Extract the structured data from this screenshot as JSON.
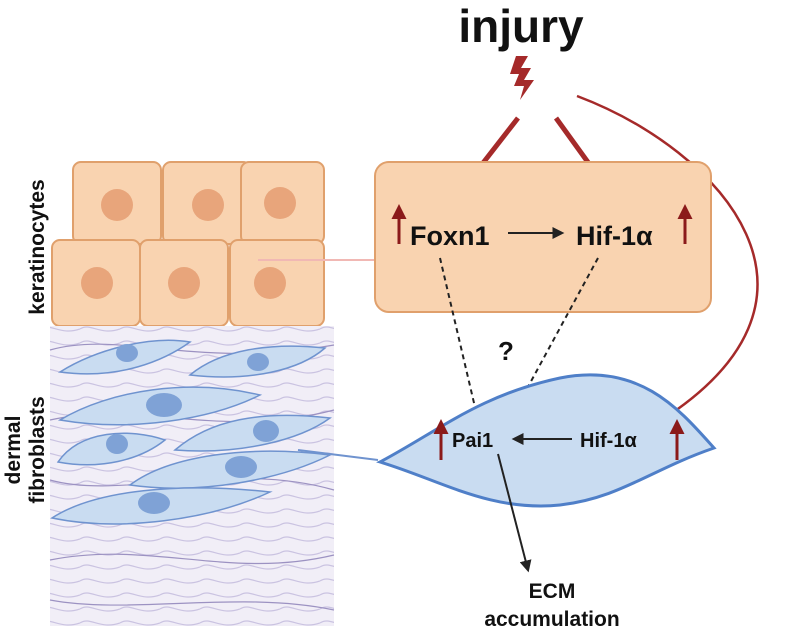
{
  "title": "injury",
  "side_labels": {
    "keratinocytes": "keratinocytes",
    "fibroblasts_line1": "dermal",
    "fibroblasts_line2": "fibroblasts"
  },
  "keratinocyte_box": {
    "gene_a": "Foxn1",
    "gene_b": "Hif-1α"
  },
  "fibroblast_cell": {
    "gene_a": "Pai1",
    "gene_b": "Hif-1α"
  },
  "unknown_link_label": "?",
  "outcome": {
    "line1": "ECM",
    "line2": "accumulation"
  },
  "colors": {
    "injury_arrow": "#a52a2a",
    "upregulation_arrow": "#8b1a1a",
    "keratinocyte_fill": "#f9d3b0",
    "keratinocyte_stroke": "#e0a06c",
    "nucleus_fill": "#e8a57b",
    "fibroblast_fill": "#c9dcf1",
    "fibroblast_stroke": "#4f7fc8",
    "fibroblast_nucleus": "#7fa2d6",
    "matrix_fiber": "#b3a8cf"
  }
}
